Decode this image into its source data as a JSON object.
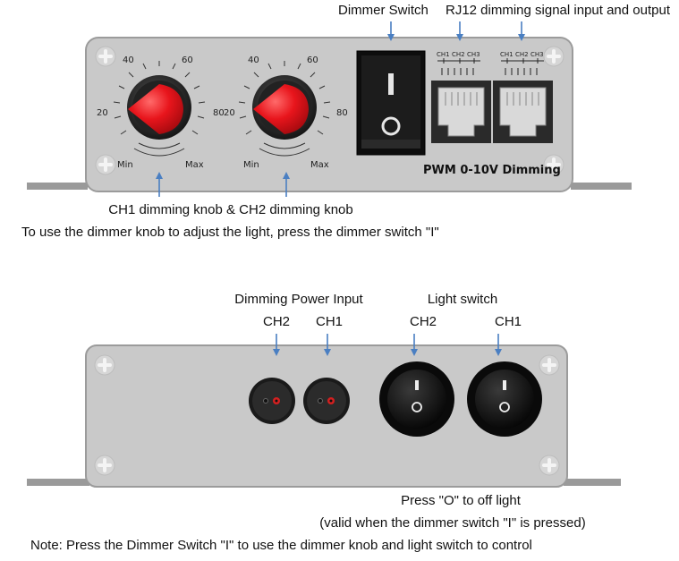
{
  "callouts": {
    "dimmer_switch": "Dimmer Switch",
    "rj12": "RJ12 dimming signal input and output",
    "knobs": "CH1 dimming knob & CH2 dimming knob",
    "knob_usage": "To use the dimmer knob to adjust the light, press the dimmer switch \"I\"",
    "dimming_power_input": "Dimming Power Input",
    "light_switch": "Light switch",
    "ch2_power": "CH2",
    "ch1_power": "CH1",
    "ch2_switch": "CH2",
    "ch1_switch": "CH1",
    "press_o": "Press \"O\" to off light",
    "valid_when": "(valid when the dimmer switch \"I\" is pressed)",
    "note": "Note: Press the Dimmer Switch \"I\" to use the dimmer knob and light switch to control"
  },
  "panel": {
    "brand_label": "PWM 0-10V Dimming",
    "knob_scale": {
      "t40": "40",
      "t60": "60",
      "t20": "20",
      "t80": "80",
      "min": "Min",
      "max": "Max"
    },
    "rj12_channels": {
      "ch1": "CH1",
      "ch2": "CH2",
      "ch3": "CH3"
    },
    "rocker_on": "I",
    "rocker_off": "O"
  },
  "colors": {
    "panel": "#c9c9c9",
    "knob_red": "#e8151c",
    "arrow_blue": "#4a7fc2"
  }
}
